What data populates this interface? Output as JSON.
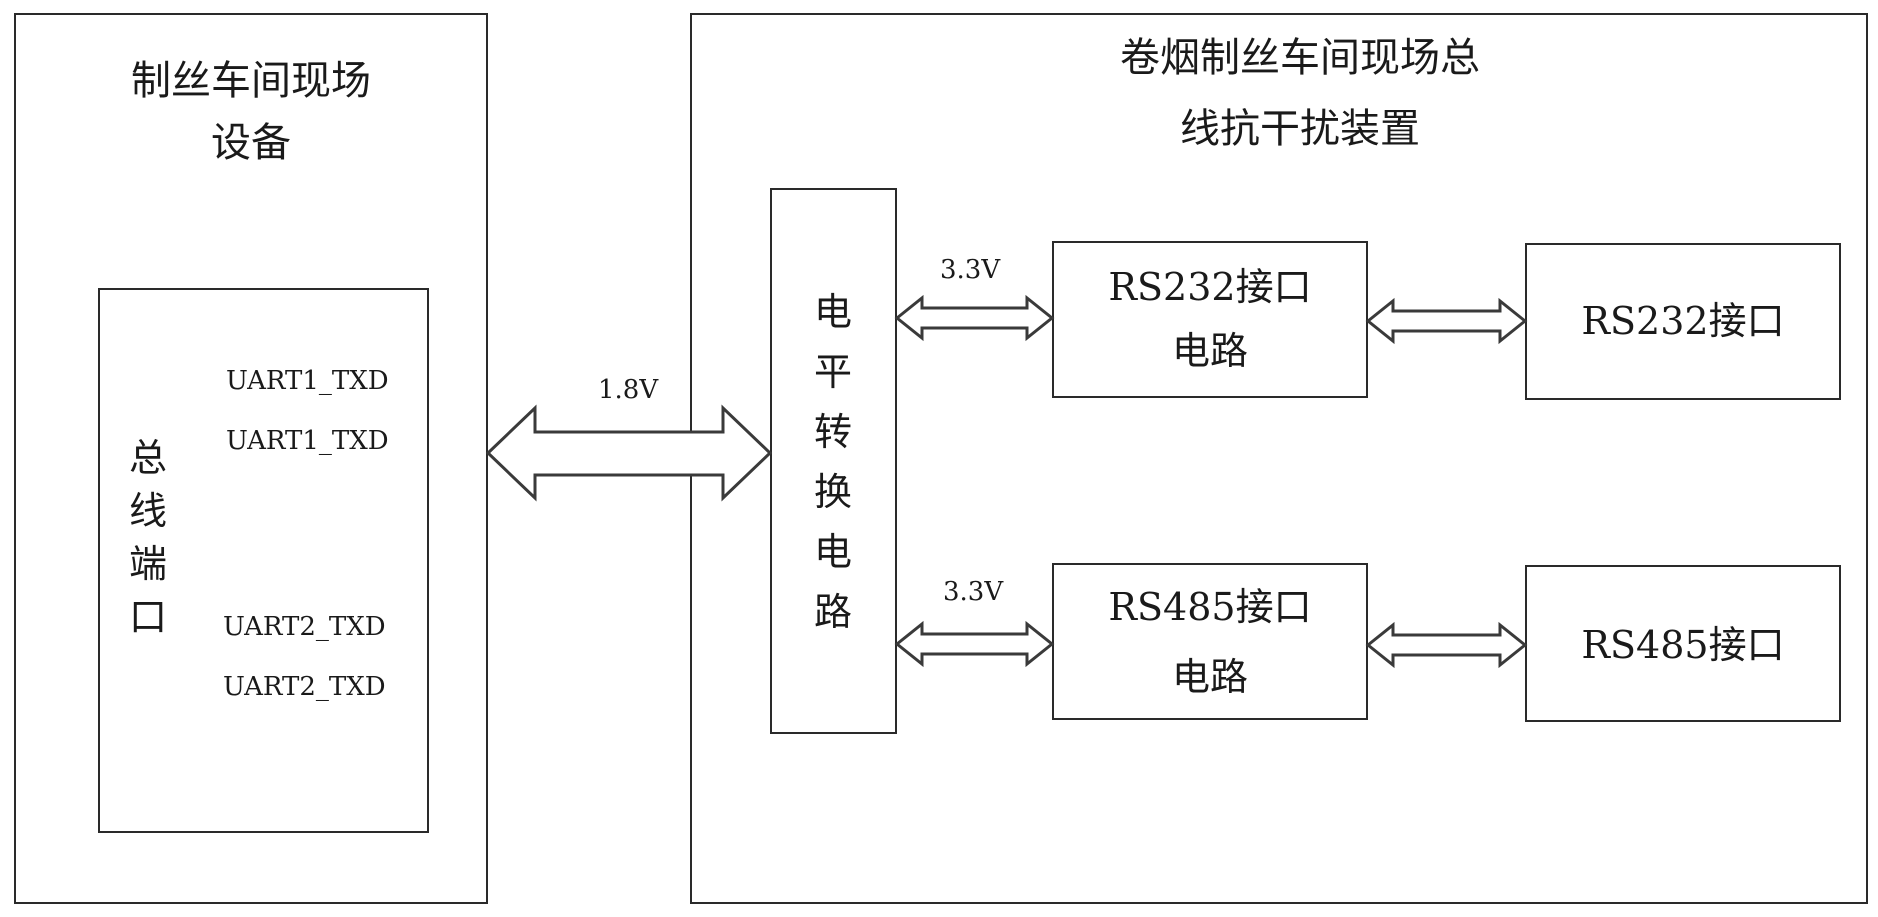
{
  "left_panel": {
    "title_line1": "制丝车间现场",
    "title_line2": "设备",
    "bus_port_label": "总线端口",
    "signals": [
      "UART1_TXD",
      "UART1_TXD",
      "UART2_TXD",
      "UART2_TXD"
    ]
  },
  "right_panel": {
    "title_line1": "卷烟制丝车间现场总",
    "title_line2": "线抗干扰装置",
    "level_shift_label": "电平转换电路",
    "rs232_circuit_line1": "RS232接口",
    "rs232_circuit_line2": "电路",
    "rs485_circuit_line1": "RS485接口",
    "rs485_circuit_line2": "电路",
    "rs232_interface": "RS232接口",
    "rs485_interface": "RS485接口"
  },
  "connections": {
    "bus_voltage": "1.8V",
    "rs232_voltage": "3.3V",
    "rs485_voltage": "3.3V"
  }
}
